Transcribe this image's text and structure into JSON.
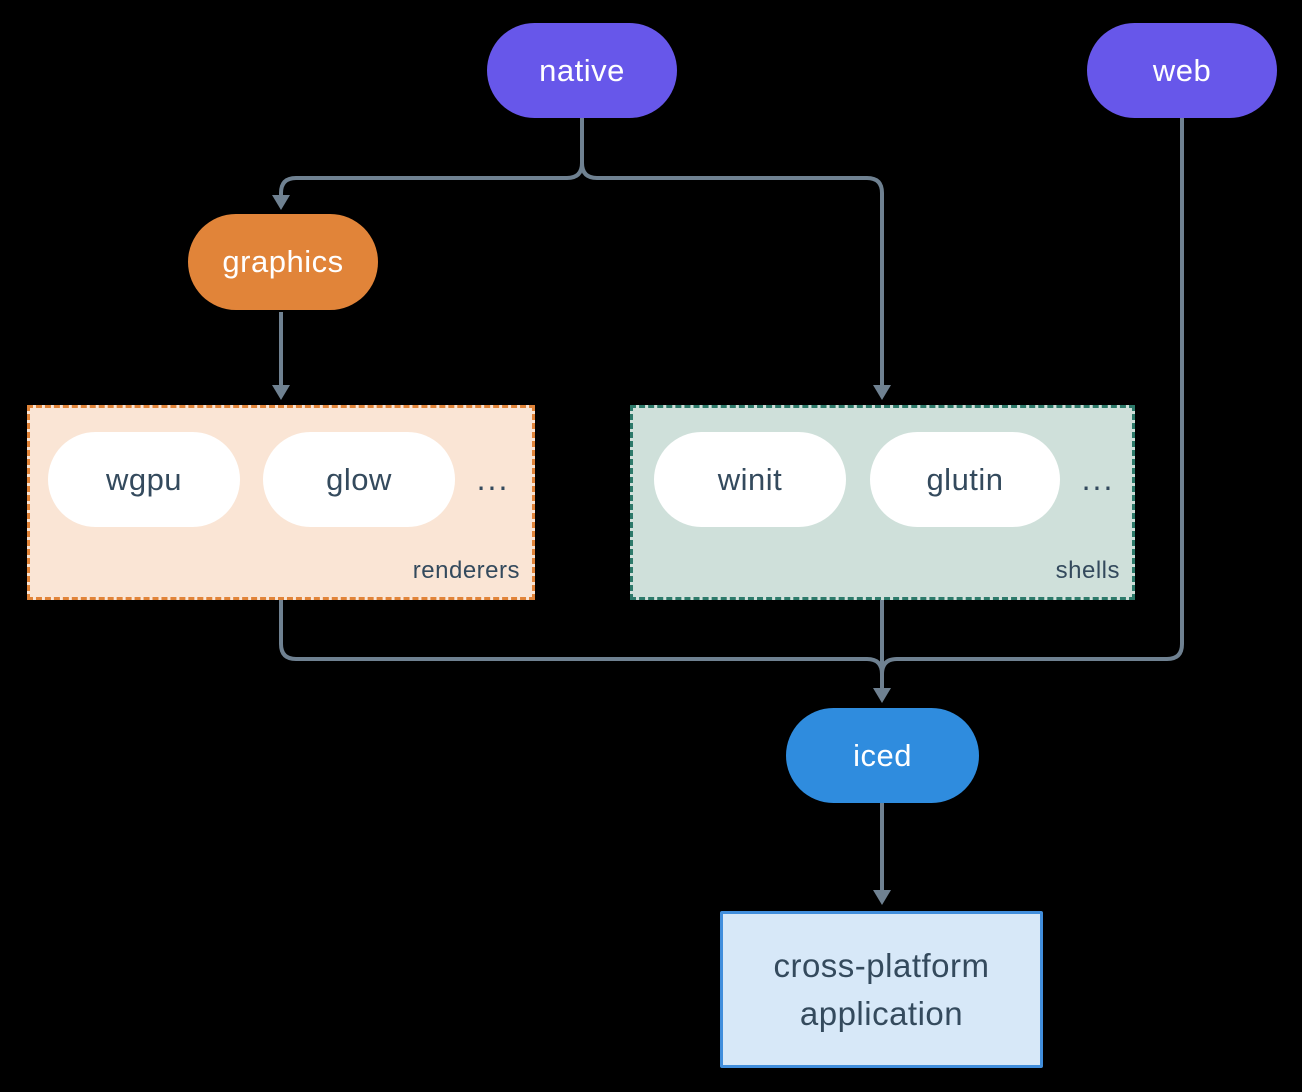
{
  "nodes": {
    "native": {
      "label": "native",
      "color": "#6757EA",
      "text_color": "#FFFFFF"
    },
    "web": {
      "label": "web",
      "color": "#6757EA",
      "text_color": "#FFFFFF"
    },
    "graphics": {
      "label": "graphics",
      "color": "#E18439",
      "text_color": "#FFFFFF"
    },
    "iced": {
      "label": "iced",
      "color": "#2F8CDE",
      "text_color": "#FFFFFF"
    },
    "wgpu": {
      "label": "wgpu",
      "color": "#FFFFFF",
      "text_color": "#344A5D"
    },
    "glow": {
      "label": "glow",
      "color": "#FFFFFF",
      "text_color": "#344A5D"
    },
    "winit": {
      "label": "winit",
      "color": "#FFFFFF",
      "text_color": "#344A5D"
    },
    "glutin": {
      "label": "glutin",
      "color": "#FFFFFF",
      "text_color": "#344A5D"
    }
  },
  "groups": {
    "renderers": {
      "label": "renderers",
      "ellipsis": "...",
      "bg": "#FAE5D5",
      "border": "#E18439"
    },
    "shells": {
      "label": "shells",
      "ellipsis": "...",
      "bg": "#CFE0DA",
      "border": "#2D7A6A"
    }
  },
  "app_box": {
    "line1": "cross-platform",
    "line2": "application",
    "bg": "#D7E8F8",
    "border": "#418EDC",
    "text_color": "#344A5D"
  },
  "colors": {
    "background": "#000000",
    "connector": "#6F8191"
  }
}
